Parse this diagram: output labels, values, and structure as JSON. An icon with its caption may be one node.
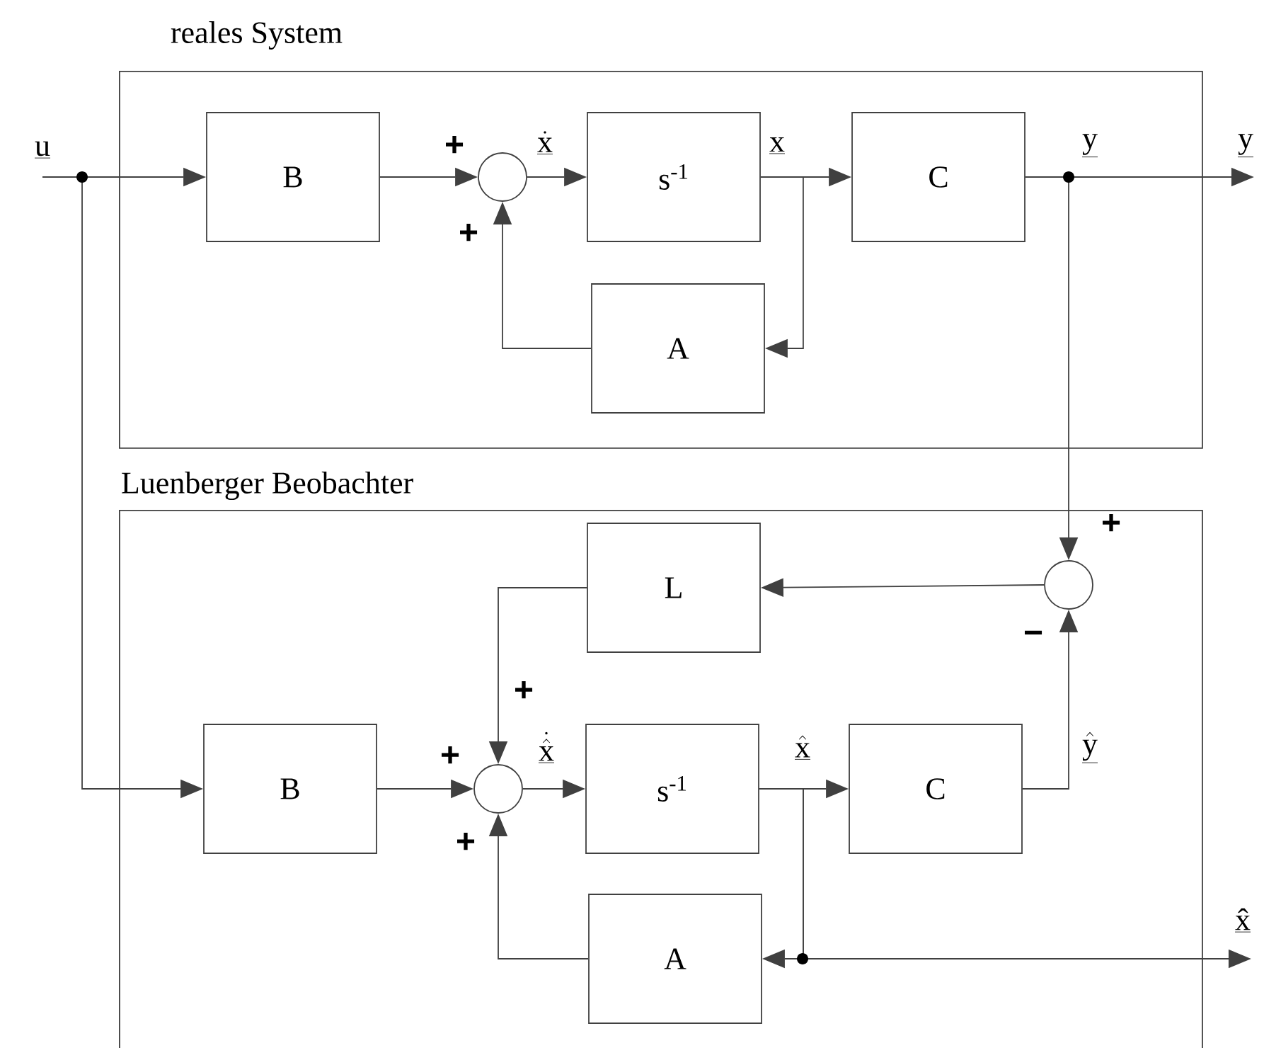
{
  "diagram": {
    "nodes": [
      {
        "text": [
          "reales System"
        ]
      },
      {
        "text": [
          "B"
        ],
        "in": 0
      },
      {
        "text": [],
        "shape": "circle",
        "in": 0
      },
      {
        "text": [
          "s$^{-1}$"
        ],
        "in": 0
      },
      {
        "text": [
          "C"
        ],
        "in": 0
      },
      {
        "text": [
          "A"
        ],
        "in": 0
      },
      {
        "text": [
          "Luenberger Beobachter"
        ]
      },
      {
        "text": [
          "L"
        ],
        "in": 6
      },
      {
        "text": [],
        "shape": "circle",
        "in": 6
      },
      {
        "text": [
          "B"
        ],
        "in": 6
      },
      {
        "text": [],
        "shape": "circle",
        "in": 6
      },
      {
        "text": [
          "s$^{-1}$"
        ],
        "in": 6
      },
      {
        "text": [
          "C"
        ],
        "in": 6
      },
      {
        "text": [
          "A"
        ],
        "in": 6
      },
      {
        "text": [
          "y"
        ]
      },
      {
        "text": [
          "x̂"
        ]
      }
    ],
    "edges": [
      {
        "from": null,
        "to": 1,
        "arrow": "to"
      },
      {
        "from": null,
        "to": 9,
        "arrow": "to"
      },
      {
        "from": 1,
        "to": 2,
        "arrow": "to"
      },
      {
        "from": 2,
        "to": 3,
        "arrow": "to"
      },
      {
        "from": 3,
        "to": 4,
        "arrow": "to"
      },
      {
        "from": 3,
        "to": 5,
        "arrow": "to"
      },
      {
        "from": 5,
        "to": 2,
        "arrow": "to"
      },
      {
        "from": 4,
        "to": 14,
        "arrow": "to"
      },
      {
        "from": 4,
        "to": 8,
        "arrow": "to"
      },
      {
        "from": 8,
        "to": 7,
        "arrow": "to"
      },
      {
        "from": 7,
        "to": 10,
        "arrow": "to"
      },
      {
        "from": 9,
        "to": 10,
        "arrow": "to"
      },
      {
        "from": 10,
        "to": 11,
        "arrow": "to"
      },
      {
        "from": 11,
        "to": 12,
        "arrow": "to"
      },
      {
        "from": 12,
        "to": 8,
        "arrow": "to"
      },
      {
        "from": 11,
        "to": 13,
        "arrow": "to"
      },
      {
        "from": 13,
        "to": 10,
        "arrow": "to"
      },
      {
        "from": 11,
        "to": 15,
        "arrow": "to"
      }
    ],
    "labels": [
      "\\underline{\\mathrm{u}}",
      "+",
      "\\underline{\\dot{\\mathrm{x}}}",
      "\\underline{\\mathrm{x}}",
      "\\underline{\\mathrm{y}}",
      "+",
      "+",
      "−",
      "+",
      "\\underline{\\dot{\\hat{\\mathrm{x}}}}",
      "\\underline{\\hat{\\mathrm{x}}}",
      "\\underline{\\hat{\\mathrm{y}}}",
      "+",
      "+"
    ]
  }
}
